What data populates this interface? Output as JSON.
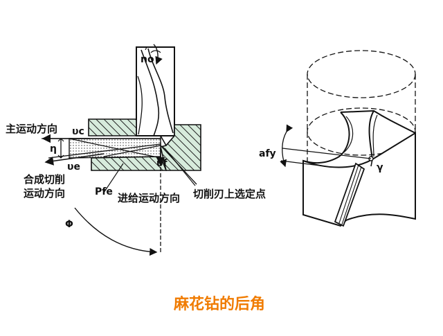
{
  "colors": {
    "title": "#f07b00",
    "ink": "#1a1a1a",
    "hatch_bg": "#d7ebdc"
  },
  "labels": {
    "no": "no",
    "vc": "υc",
    "main_motion": "主运动方向",
    "eta": "η",
    "ve": "υe",
    "resultant_1": "合成切削",
    "resultant_2": "运动方向",
    "vf": "υf",
    "pfe": "Pfe",
    "feed_motion": "进给运动方向",
    "selected_point": "切削刃上选定点",
    "phi": "Φ",
    "afy": "afy",
    "gamma": "γ"
  },
  "title": "麻花钻的后角"
}
